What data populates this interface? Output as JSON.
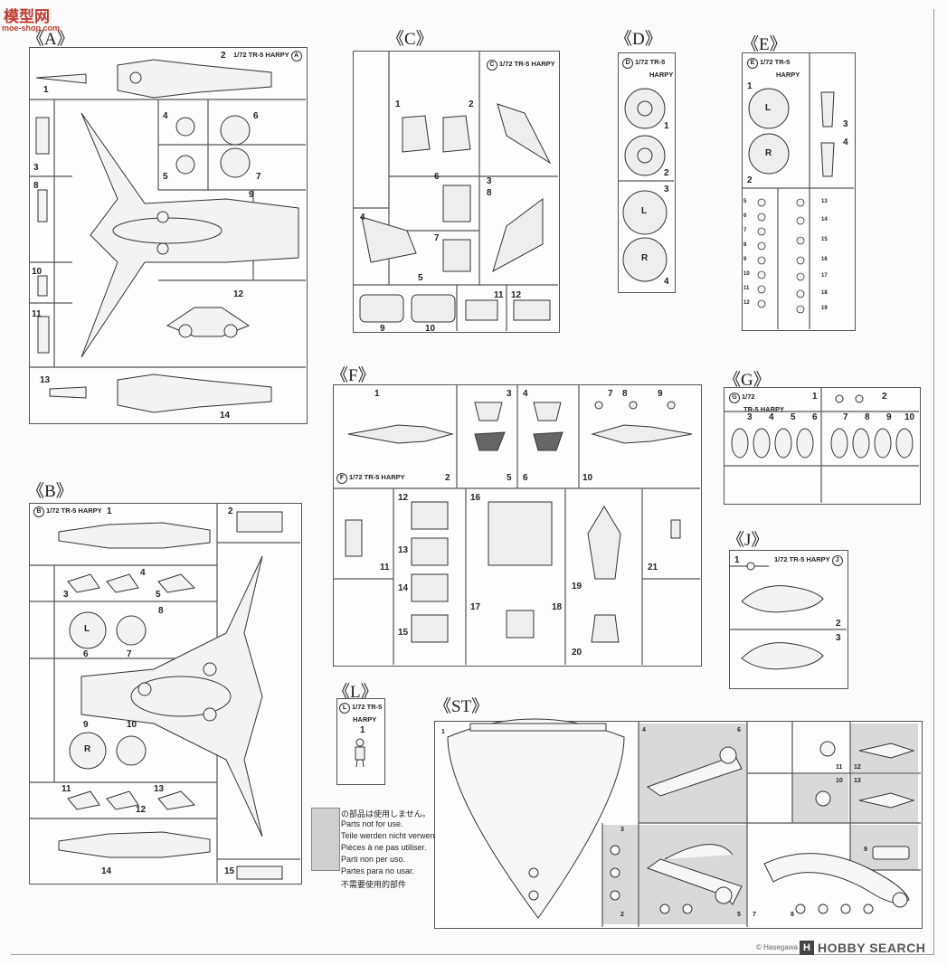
{
  "watermark": {
    "logo_text": "模型网",
    "site": "moe-shop.com"
  },
  "footer": {
    "copyright": "© Hasegawa",
    "brand": "H",
    "brand_text": "HOBBY SEARCH"
  },
  "legend": {
    "lines": [
      "の部品は使用しません。",
      "Parts not for use.",
      "Teile werden nicht verwendet.",
      "Pièces à ne pas utiliser.",
      "Parti non per uso.",
      "Partes para no usar.",
      "不需要使用的部件"
    ]
  },
  "sprues": [
    {
      "id": "A",
      "title": "《A》",
      "tag": "1/72 TR-5 HARPY",
      "letter": "A",
      "parts": [
        "1",
        "2",
        "3",
        "4",
        "5",
        "6",
        "7",
        "8",
        "9",
        "10",
        "11",
        "12",
        "13",
        "14"
      ]
    },
    {
      "id": "B",
      "title": "《B》",
      "tag": "1/72 TR-5 HARPY",
      "letter": "B",
      "parts": [
        "1",
        "2",
        "3",
        "4",
        "5",
        "6",
        "7",
        "8",
        "9",
        "10",
        "11",
        "12",
        "13",
        "14",
        "15"
      ]
    },
    {
      "id": "C",
      "title": "《C》",
      "tag": "1/72 TR-5 HARPY",
      "letter": "C",
      "parts": [
        "1",
        "2",
        "3",
        "4",
        "5",
        "6",
        "7",
        "8",
        "9",
        "10",
        "11",
        "12"
      ]
    },
    {
      "id": "D",
      "title": "《D》",
      "tag": "1/72 TR-5",
      "tag2": "HARPY",
      "letter": "D",
      "parts": [
        "1",
        "2",
        "3",
        "4"
      ]
    },
    {
      "id": "E",
      "title": "《E》",
      "tag": "1/72 TR-5",
      "tag2": "HARPY",
      "letter": "E",
      "parts": [
        "1",
        "2",
        "3",
        "4",
        "5",
        "6",
        "7",
        "8",
        "9",
        "10",
        "11",
        "12",
        "13",
        "14",
        "15",
        "16",
        "17",
        "18",
        "19"
      ]
    },
    {
      "id": "F",
      "title": "《F》",
      "tag": "1/72 TR-5 HARPY",
      "letter": "F",
      "parts": [
        "1",
        "2",
        "3",
        "4",
        "5",
        "6",
        "7",
        "8",
        "9",
        "10",
        "11",
        "12",
        "13",
        "14",
        "15",
        "16",
        "17",
        "18",
        "19",
        "20",
        "21"
      ]
    },
    {
      "id": "G",
      "title": "《G》",
      "tag": "1/72",
      "tag2": "TR-5 HARPY",
      "letter": "G",
      "parts": [
        "1",
        "2",
        "3",
        "4",
        "5",
        "6",
        "7",
        "8",
        "9",
        "10"
      ]
    },
    {
      "id": "J",
      "title": "《J》",
      "tag": "1/72 TR-5 HARPY",
      "letter": "J",
      "parts": [
        "1",
        "2",
        "3"
      ]
    },
    {
      "id": "L",
      "title": "《L》",
      "tag": "1/72 TR-5",
      "tag2": "HARPY",
      "letter": "L",
      "parts": [
        "1"
      ]
    },
    {
      "id": "ST",
      "title": "《ST》",
      "parts": [
        "1",
        "2",
        "3",
        "4",
        "5",
        "6",
        "7",
        "8",
        "9",
        "10",
        "11",
        "12",
        "13"
      ]
    }
  ],
  "markings": {
    "left": "L",
    "right": "R"
  }
}
